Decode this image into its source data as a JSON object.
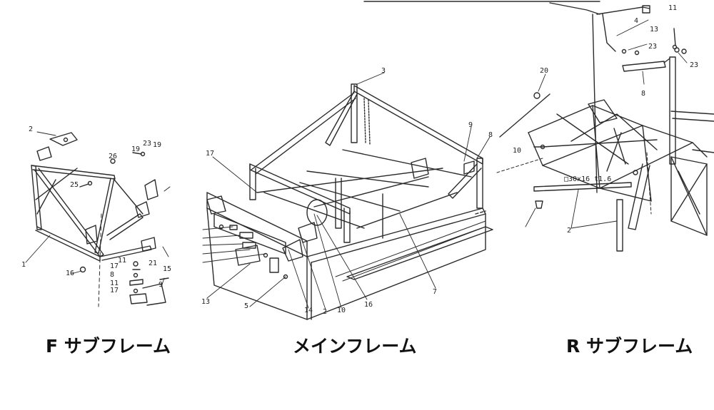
{
  "captions": {
    "front": "F サブフレーム",
    "main": "メインフレーム",
    "rear": "R サブフレーム"
  },
  "front_labels": [
    "2",
    "26",
    "19",
    "23",
    "19",
    "25",
    "1",
    "16",
    "11",
    "17",
    "8",
    "11",
    "17",
    "21",
    "15",
    "9"
  ],
  "main_labels": [
    "3",
    "17",
    "9",
    "8",
    "13",
    "5",
    "14",
    "2",
    "10",
    "16",
    "7"
  ],
  "rear_labels": [
    "20",
    "10",
    "11",
    "4",
    "13",
    "23",
    "23",
    "8",
    "2",
    "□30x16 t1.6"
  ],
  "colors": {
    "ink": "#2b2b2b",
    "background": "#ffffff"
  }
}
